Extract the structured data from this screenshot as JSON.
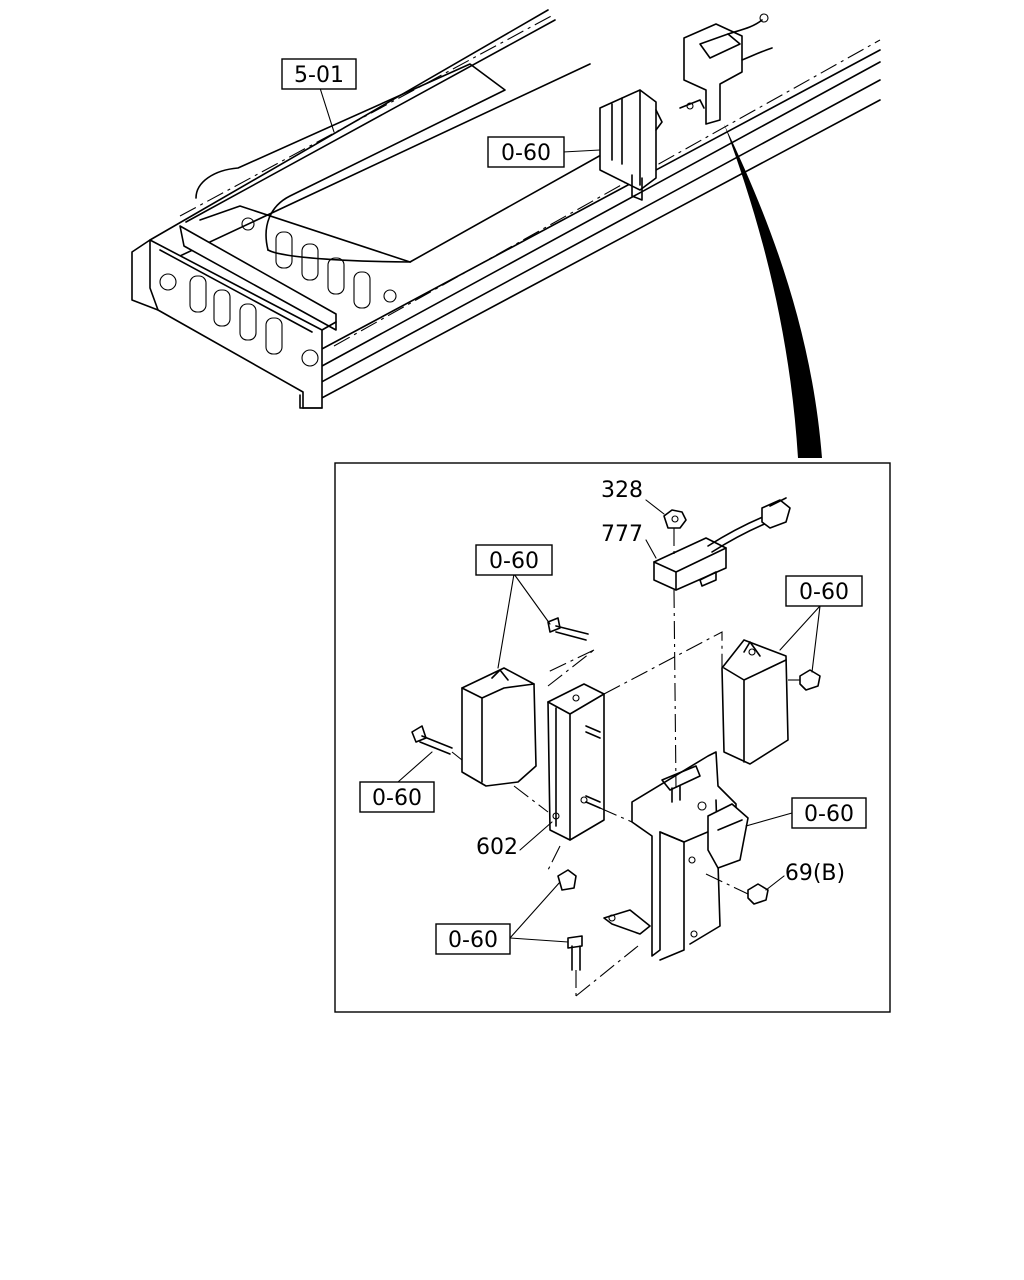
{
  "callouts": {
    "frame_ref": "5-01",
    "top_ref": "0-60",
    "detail_upper_left_ref": "0-60",
    "detail_upper_right_ref": "0-60",
    "detail_left_ref": "0-60",
    "detail_right_ref": "0-60",
    "detail_bottom_ref": "0-60"
  },
  "part_numbers": {
    "nut_top": "328",
    "sensor": "777",
    "bracket": "602",
    "nut_right": "69(B)"
  }
}
